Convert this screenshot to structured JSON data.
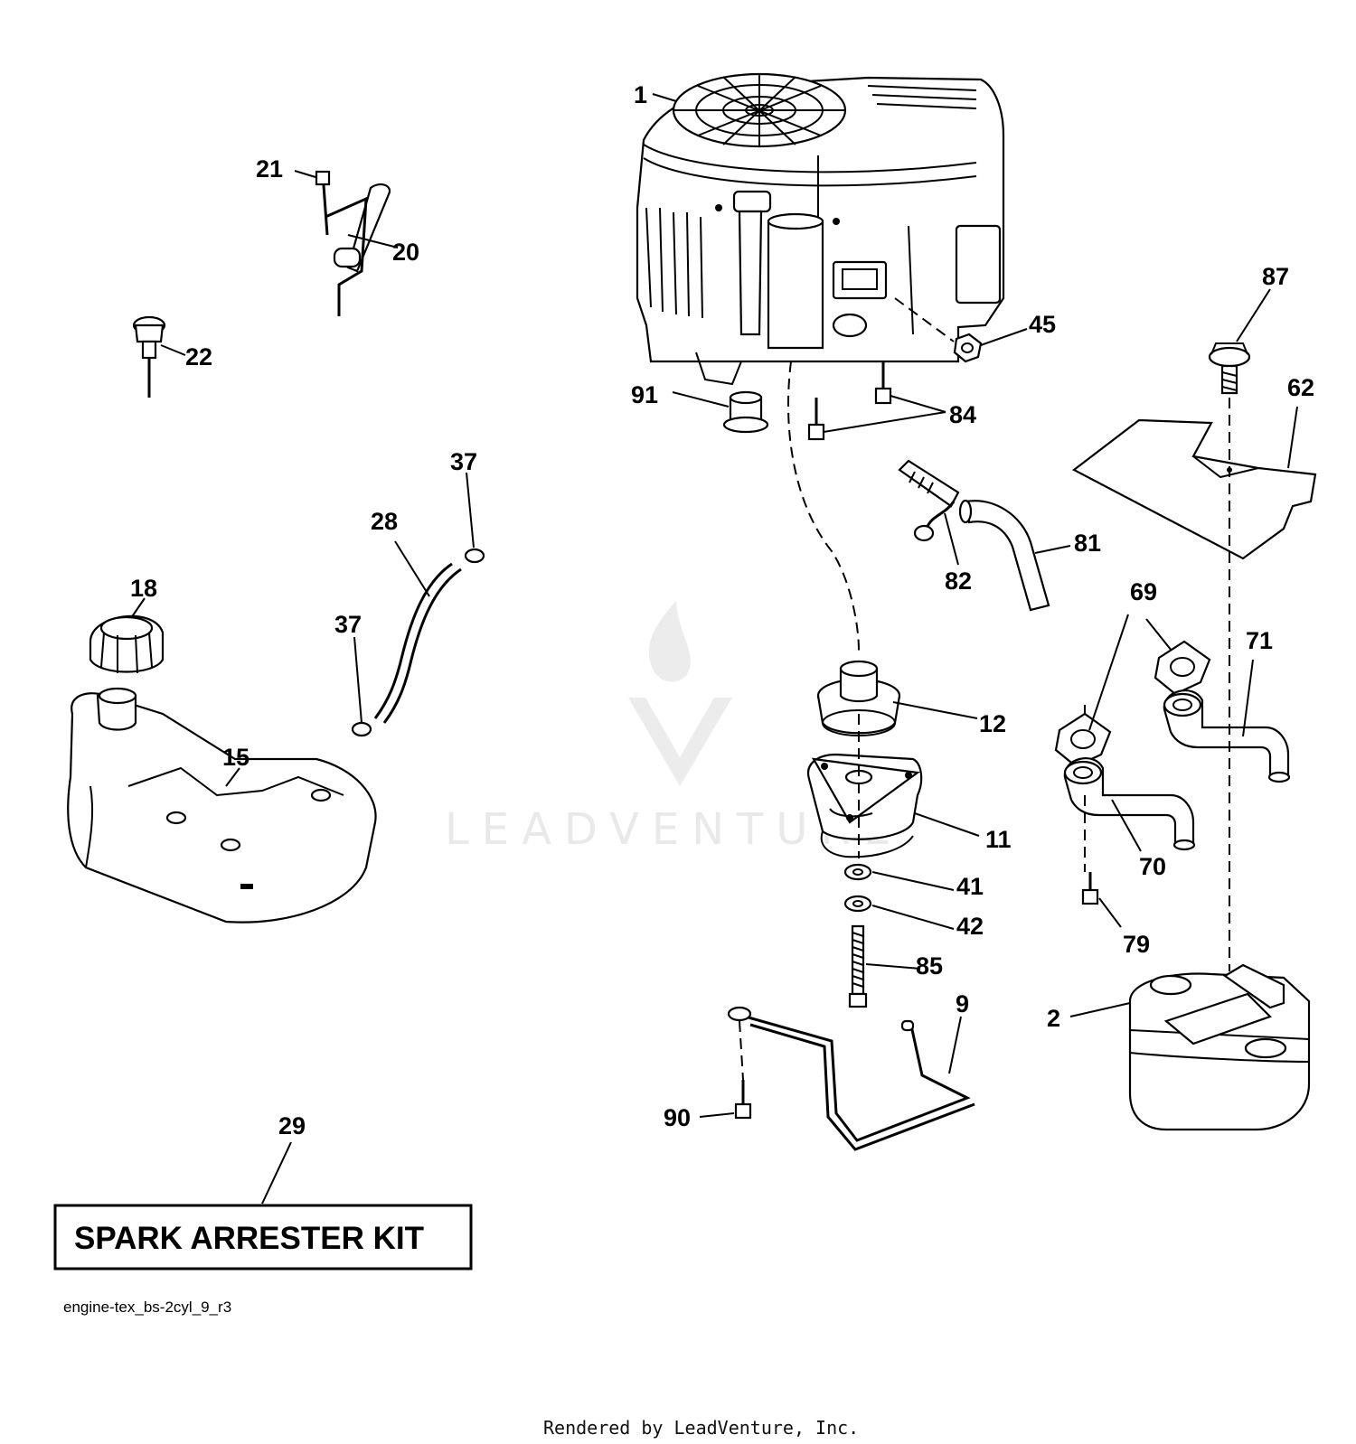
{
  "callouts": {
    "p1": "1",
    "p2": "2",
    "p9": "9",
    "p11": "11",
    "p12": "12",
    "p15": "15",
    "p18": "18",
    "p20": "20",
    "p21": "21",
    "p22": "22",
    "p28": "28",
    "p29": "29",
    "p37a": "37",
    "p37b": "37",
    "p41": "41",
    "p42": "42",
    "p45": "45",
    "p62": "62",
    "p69": "69",
    "p70": "70",
    "p71": "71",
    "p79": "79",
    "p81": "81",
    "p82": "82",
    "p84": "84",
    "p85": "85",
    "p87": "87",
    "p90": "90",
    "p91": "91"
  },
  "kit_label": "SPARK ARRESTER KIT",
  "figure_id": "engine-tex_bs-2cyl_9_r3",
  "footer": "Rendered by LeadVenture, Inc.",
  "watermark": "LEADVENTURE"
}
